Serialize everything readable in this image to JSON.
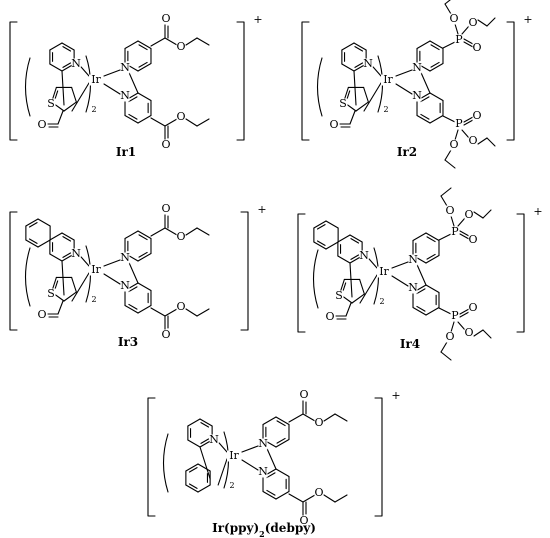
{
  "atoms": {
    "iridium": "Ir",
    "nitrogen": "N",
    "sulfur": "S",
    "phosphorus": "P",
    "oxygen": "O"
  },
  "ligand_count": "2",
  "charge": "+",
  "compounds": [
    {
      "label": "Ir1",
      "cyclometalating_ligand": "thienyl-pyridine aldehyde",
      "ancillary_substituent": "ester"
    },
    {
      "label": "Ir2",
      "cyclometalating_ligand": "thienyl-pyridine aldehyde",
      "ancillary_substituent": "phosphonate"
    },
    {
      "label": "Ir3",
      "cyclometalating_ligand": "thienyl-isoquinoline aldehyde",
      "ancillary_substituent": "ester"
    },
    {
      "label": "Ir4",
      "cyclometalating_ligand": "thienyl-isoquinoline aldehyde",
      "ancillary_substituent": "phosphonate"
    },
    {
      "label": "Ir(ppy)",
      "label_sub": "2",
      "label_tail": "(debpy)",
      "cyclometalating_ligand": "phenyl-pyridine",
      "ancillary_substituent": "ester"
    }
  ],
  "colors": {
    "ink": "#000000",
    "background": "#ffffff"
  }
}
